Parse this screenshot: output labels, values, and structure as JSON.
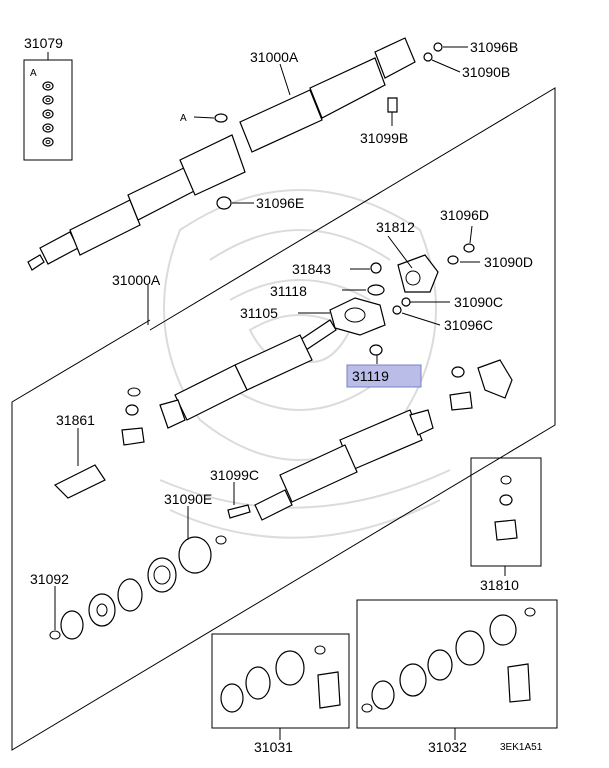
{
  "diagram": {
    "labels": {
      "l31079": "31079",
      "lA_box": "A",
      "l31000A_top": "31000A",
      "lA_ptr": "A",
      "l31096B": "31096B",
      "l31090B": "31090B",
      "l31099B": "31099B",
      "l31096E": "31096E",
      "l31812": "31812",
      "l31096D": "31096D",
      "l31843": "31843",
      "l31090D": "31090D",
      "l31000A_mid": "31000A",
      "l31118": "31118",
      "l31090C": "31090C",
      "l31105": "31105",
      "l31096C": "31096C",
      "l31119": "31119",
      "l31861": "31861",
      "l31099C": "31099C",
      "l31090E": "31090E",
      "l31092": "31092",
      "l31810": "31810",
      "l31031": "31031",
      "l31032": "31032",
      "l_code": "3EK1A51"
    },
    "highlight_color": "#b9bde8"
  }
}
